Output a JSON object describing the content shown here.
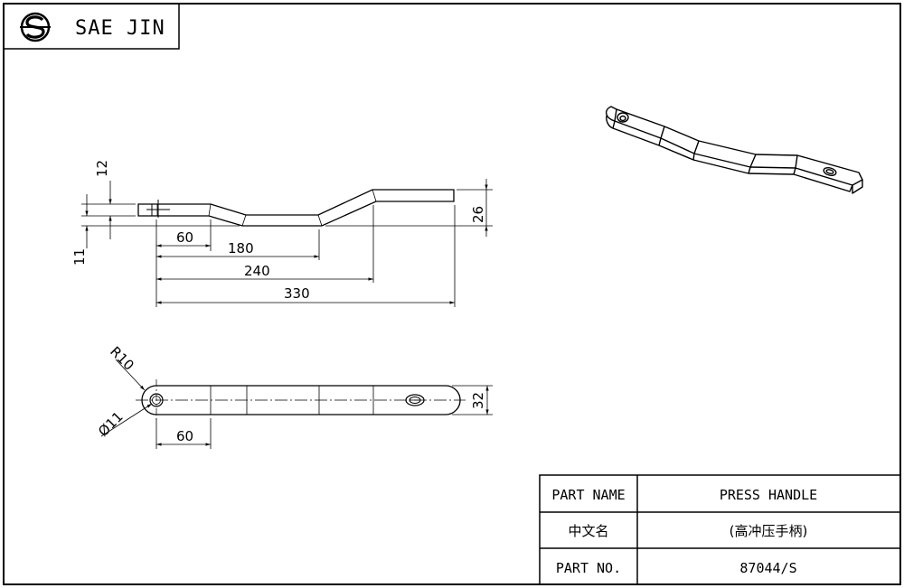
{
  "company": {
    "name": "SAE JIN",
    "logo": "sj-logo"
  },
  "dimensions": {
    "side_view": {
      "offset_top": "12",
      "offset_bottom": "11",
      "rise": "26",
      "length_60": "60",
      "length_180": "180",
      "length_240": "240",
      "length_330": "330"
    },
    "top_view": {
      "radius": "R10",
      "hole_diameter": "Ø11",
      "width": "32",
      "length_60": "60"
    }
  },
  "title_block": {
    "part_name_label": "PART NAME",
    "part_name_value": "PRESS HANDLE",
    "chinese_name_label": "中文名",
    "chinese_name_value": "(高冲压手柄)",
    "part_no_label": "PART NO.",
    "part_no_value": "87044/S"
  },
  "colors": {
    "line": "#000000",
    "background": "#ffffff"
  }
}
